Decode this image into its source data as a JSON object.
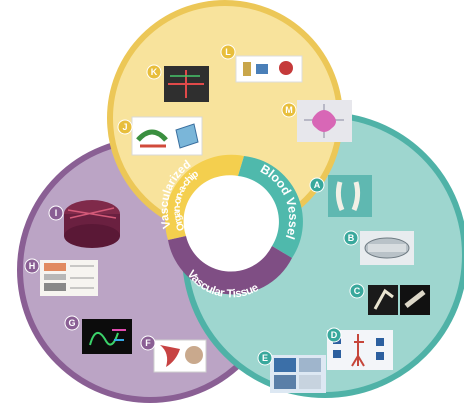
{
  "center": {
    "segments": [
      {
        "id": "organ-on-chip",
        "line1": "Vascularized",
        "line2": "Organ-on-a-chip",
        "color": "#f4cf4e"
      },
      {
        "id": "blood-vessel",
        "line1": "Blood Vessel",
        "color": "#4fb9ac"
      },
      {
        "id": "vascular-tissue",
        "line1": "Vascular Tissue",
        "color": "#7f4e84"
      }
    ]
  },
  "circles": [
    {
      "id": "organ",
      "fill": "#f8e39c",
      "edge": "#ecc757"
    },
    {
      "id": "vessel",
      "fill": "#9ed6cf",
      "edge": "#4fb2a7"
    },
    {
      "id": "tissue",
      "fill": "#bba4c5",
      "edge": "#8a5f94"
    }
  ],
  "panels": [
    {
      "letter": "A",
      "badge_color": "#39a89c"
    },
    {
      "letter": "B",
      "badge_color": "#39a89c"
    },
    {
      "letter": "C",
      "badge_color": "#39a89c"
    },
    {
      "letter": "D",
      "badge_color": "#39a89c"
    },
    {
      "letter": "E",
      "badge_color": "#39a89c"
    },
    {
      "letter": "F",
      "badge_color": "#8a5f94"
    },
    {
      "letter": "G",
      "badge_color": "#8a5f94"
    },
    {
      "letter": "H",
      "badge_color": "#8a5f94"
    },
    {
      "letter": "I",
      "badge_color": "#8a5f94"
    },
    {
      "letter": "J",
      "badge_color": "#e8be3b"
    },
    {
      "letter": "K",
      "badge_color": "#e8be3b"
    },
    {
      "letter": "L",
      "badge_color": "#e8be3b"
    },
    {
      "letter": "M",
      "badge_color": "#e8be3b"
    }
  ]
}
